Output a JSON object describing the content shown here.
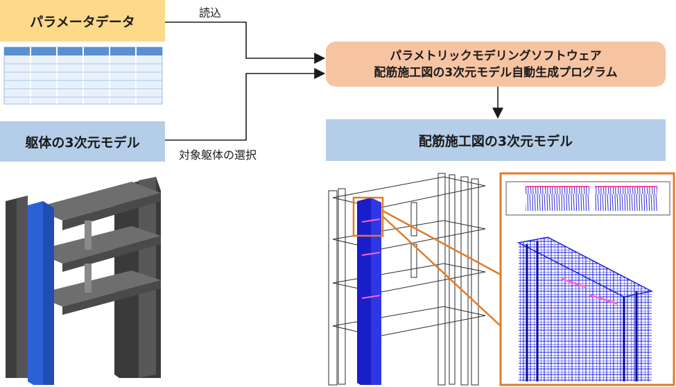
{
  "boxes": {
    "param_data": "パラメータデータ",
    "body_model": "躯体の3次元モデル",
    "software_line1": "パラメトリックモデリングソフトウェア",
    "software_line2": "配筋施工図の3次元モデル自動生成プログラム",
    "rebar_model": "配筋施工図の3次元モデル"
  },
  "labels": {
    "read": "読込",
    "select_body": "対象躯体の選択"
  },
  "colors": {
    "param_box": "#fdd98a",
    "body_box": "#b4cde8",
    "software_box": "#f7c4a2",
    "rebar_box": "#b4cde8",
    "highlight_member": "#2a62d6",
    "zoom_frame": "#e07b26",
    "concrete": "#4a4a4a"
  }
}
